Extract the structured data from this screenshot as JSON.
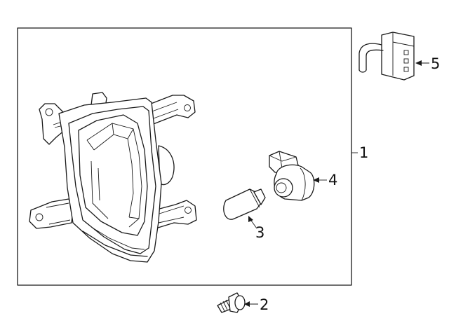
{
  "callouts": {
    "c1": "1",
    "c2": "2",
    "c3": "3",
    "c4": "4",
    "c5": "5"
  },
  "colors": {
    "stroke": "#1a1a1a",
    "background": "#ffffff"
  },
  "parts": [
    {
      "callout": "1",
      "name": "fog-lamp-assembly-icon"
    },
    {
      "callout": "2",
      "name": "mounting-bolt-icon"
    },
    {
      "callout": "3",
      "name": "wedge-bulb-icon"
    },
    {
      "callout": "4",
      "name": "bulb-socket-icon"
    },
    {
      "callout": "5",
      "name": "wiring-connector-icon"
    }
  ]
}
